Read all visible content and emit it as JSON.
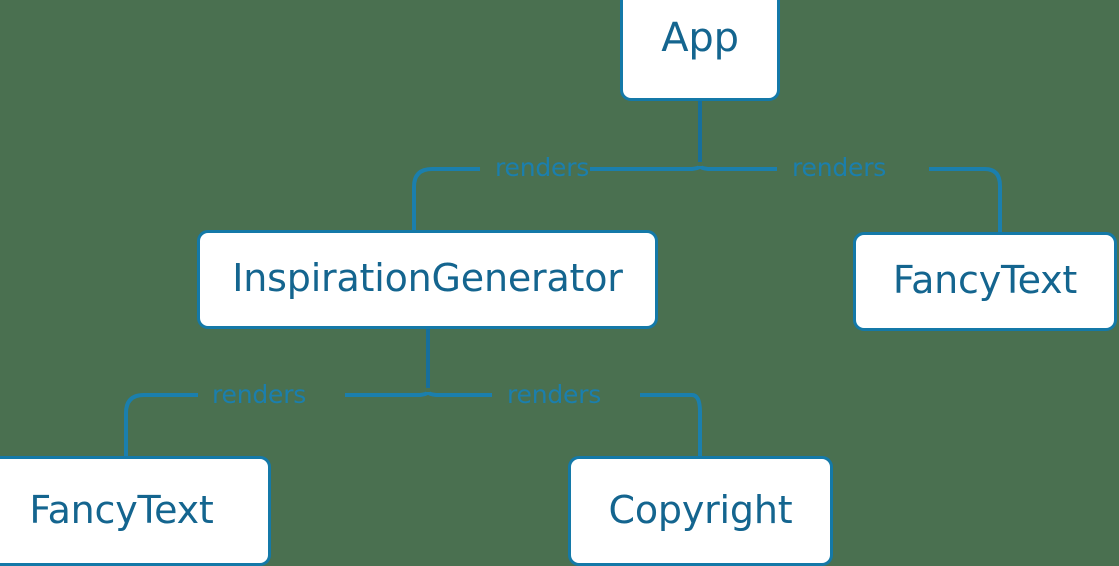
{
  "diagram": {
    "type": "component-tree",
    "background_color": "#4a7050",
    "node_fill_color": "#ffffff",
    "node_border_color": "#1479a8",
    "node_text_color": "#14658f",
    "edge_color": "#1b7fad",
    "edge_label_color": "#1b7fad",
    "nodes": [
      {
        "id": "app",
        "label": "App"
      },
      {
        "id": "inspiration_generator",
        "label": "InspirationGenerator"
      },
      {
        "id": "fancytext_right",
        "label": "FancyText"
      },
      {
        "id": "fancytext_left",
        "label": "FancyText"
      },
      {
        "id": "copyright",
        "label": "Copyright"
      }
    ],
    "edges": [
      {
        "from": "app",
        "to": "inspiration_generator",
        "label": "renders"
      },
      {
        "from": "app",
        "to": "fancytext_right",
        "label": "renders"
      },
      {
        "from": "inspiration_generator",
        "to": "fancytext_left",
        "label": "renders"
      },
      {
        "from": "inspiration_generator",
        "to": "copyright",
        "label": "renders"
      }
    ]
  }
}
